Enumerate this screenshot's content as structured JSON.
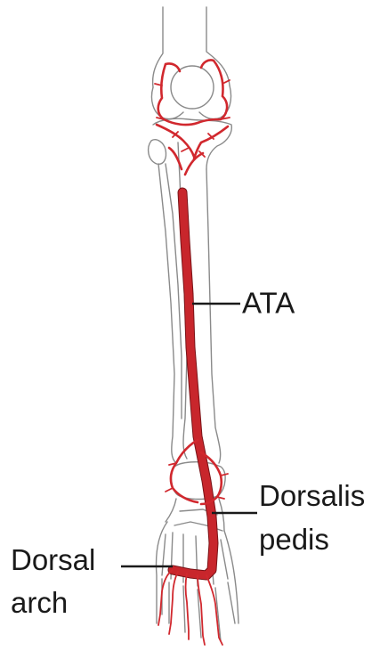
{
  "labels": {
    "ata": "ATA",
    "dorsalis_pedis_line1": "Dorsalis",
    "dorsalis_pedis_line2": "pedis",
    "dorsal_arch_line1": "Dorsal",
    "dorsal_arch_line2": "arch"
  },
  "colors": {
    "artery": "#c8262c",
    "bone_outline": "#8a8a8a",
    "text": "#1a1a1a",
    "background": "#ffffff"
  }
}
